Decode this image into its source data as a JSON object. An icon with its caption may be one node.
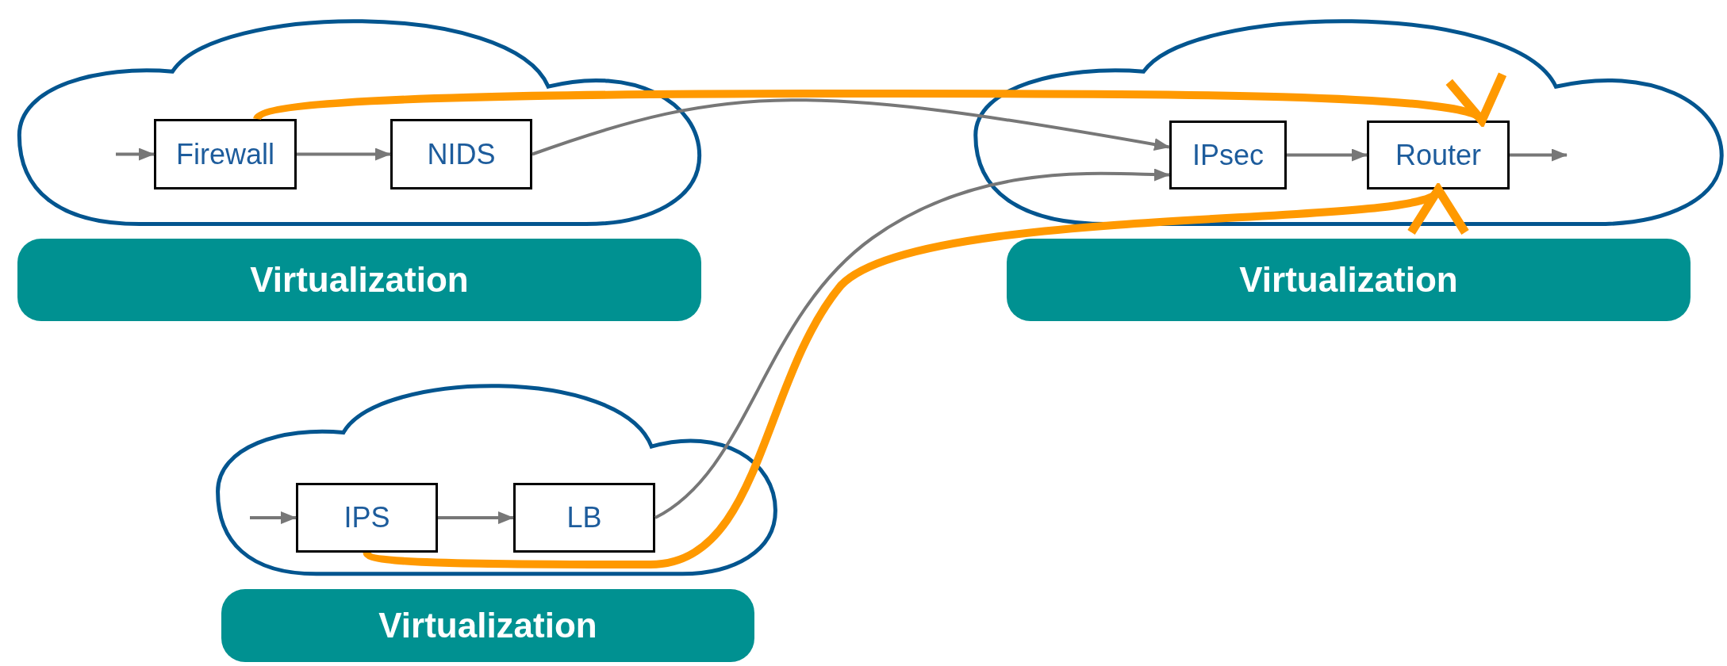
{
  "diagram": {
    "nodes": [
      {
        "text": [],
        "shape": "cloud"
      },
      {
        "text": [
          "Firewall"
        ],
        "in": 0
      },
      {
        "text": [
          "NIDS"
        ],
        "in": 0
      },
      {
        "text": [],
        "shape": "cloud"
      },
      {
        "text": [
          "IPsec"
        ],
        "in": 3
      },
      {
        "text": [
          "Router"
        ],
        "in": 3
      },
      {
        "text": [
          "Virtualization"
        ]
      },
      {
        "text": [
          "Virtualization"
        ]
      },
      {
        "text": [],
        "shape": "cloud"
      },
      {
        "text": [
          "IPS"
        ],
        "in": 8
      },
      {
        "text": [
          "LB"
        ],
        "in": 8
      },
      {
        "text": [
          "Virtualization"
        ]
      }
    ],
    "edges": [
      {
        "from": null,
        "to": 1,
        "arrow": "to"
      },
      {
        "from": 1,
        "to": 2,
        "arrow": "to"
      },
      {
        "from": 2,
        "to": 4,
        "arrow": "to"
      },
      {
        "from": 4,
        "to": 5,
        "arrow": "to"
      },
      {
        "from": 5,
        "to": null,
        "arrow": "to"
      },
      {
        "from": null,
        "to": 9,
        "arrow": "to"
      },
      {
        "from": 9,
        "to": 10,
        "arrow": "to"
      },
      {
        "from": 10,
        "to": 4,
        "arrow": "to"
      },
      {
        "from": 1,
        "to": 5,
        "arrow": "to",
        "style": "thick",
        "color": "#ff9900"
      },
      {
        "from": 9,
        "to": 5,
        "arrow": "to",
        "style": "thick",
        "color": "#ff9900"
      }
    ]
  }
}
